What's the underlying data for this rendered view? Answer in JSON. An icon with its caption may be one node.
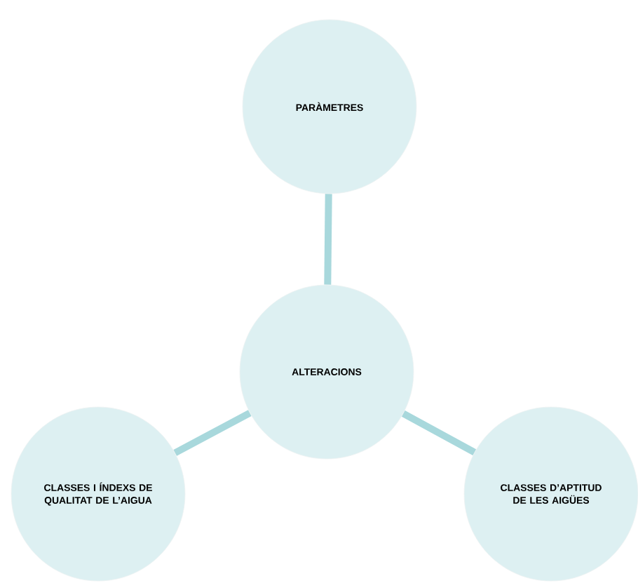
{
  "diagram": {
    "nodes": [
      {
        "text": [
          "PARÀMETRES"
        ]
      },
      {
        "text": [
          "ALTERACIONS"
        ]
      },
      {
        "text": [
          "CLASSES I ÍNDEXS DE QUALITAT DE L’AIGUA"
        ]
      },
      {
        "text": [
          "CLASSES D’APTITUD DE LES AIGÜES"
        ]
      }
    ],
    "edges": [
      {
        "from": 1,
        "to": 0,
        "arrow": "none"
      },
      {
        "from": 1,
        "to": 2,
        "arrow": "none"
      },
      {
        "from": 1,
        "to": 3,
        "arrow": "none"
      }
    ]
  }
}
